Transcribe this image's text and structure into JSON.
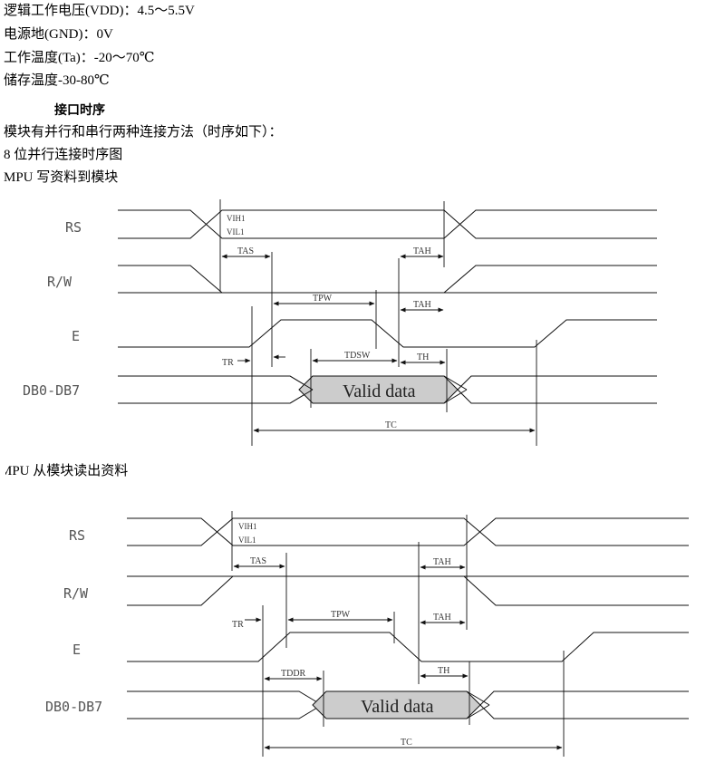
{
  "spec": {
    "logic_voltage": "逻辑工作电压(VDD)：4.5～5.5V",
    "ground": "电源地(GND)：0V",
    "op_temp": "工作温度(Ta)：-20～70℃",
    "storage_temp": "储存温度-30-80℃"
  },
  "interface": {
    "heading": "接口时序",
    "intro": "模块有并行和串行两种连接方法（时序如下）：",
    "parallel_title": "8 位并行连接时序图",
    "write_title": "MPU 写资料到模块",
    "read_title": "MPU 从模块读出资料"
  },
  "write_diagram": {
    "signals": {
      "rs": "RS",
      "rw": "R/W",
      "e": "E",
      "db": "DB0-DB7"
    },
    "levels": {
      "vih1": "VIH1",
      "vil1": "VIL1"
    },
    "params": {
      "tas": "TAS",
      "tah1": "TAH",
      "tah2": "TAH",
      "tpw": "TPW",
      "tr": "TR",
      "tdsw": "TDSW",
      "th": "TH",
      "tc": "TC"
    },
    "valid": "Valid data"
  },
  "read_diagram": {
    "signals": {
      "rs": "RS",
      "rw": "R/W",
      "e": "E",
      "db": "DB0-DB7"
    },
    "levels": {
      "vih1": "VIH1",
      "vil1": "VIL1"
    },
    "params": {
      "tas": "TAS",
      "tah1": "TAH",
      "tah2": "TAH",
      "tpw": "TPW",
      "tr": "TR",
      "tddr": "TDDR",
      "th": "TH",
      "tc": "TC"
    },
    "valid": "Valid data"
  },
  "colors": {
    "valid_fill": "#cccccc",
    "line": "#111111",
    "label": "#555555"
  }
}
